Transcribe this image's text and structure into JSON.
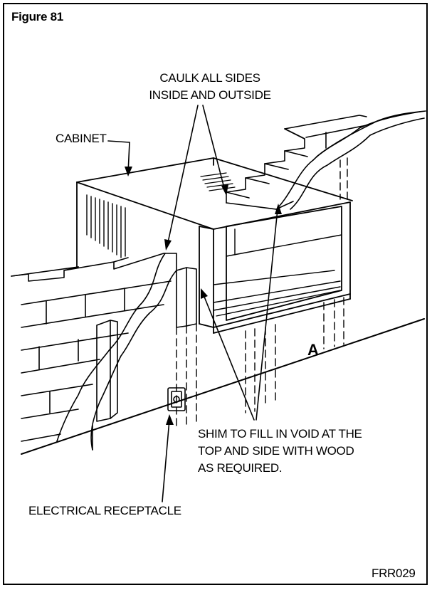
{
  "figure_title": "Figure 81",
  "labels": {
    "caulk_line1": "CAULK ALL SIDES",
    "caulk_line2": "INSIDE AND OUTSIDE",
    "cabinet": "CABINET",
    "point_a": "A",
    "shim_line1": "SHIM TO FILL IN VOID AT THE",
    "shim_line2": "TOP AND SIDE WITH WOOD",
    "shim_line3": "AS REQUIRED.",
    "receptacle": "ELECTRICAL RECEPTACLE",
    "code": "FRR029"
  }
}
